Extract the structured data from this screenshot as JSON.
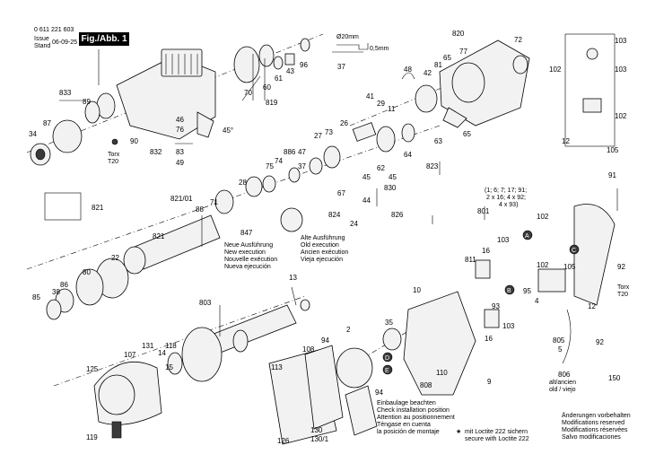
{
  "header": {
    "part_number": "0 611 221 603",
    "issue_label": "Issue",
    "stand_label": "Stand",
    "date": "06-09-25",
    "figure_label": "Fig./Abb. 1"
  },
  "labels": {
    "833": "833",
    "87": "87",
    "89": "89",
    "34": "34",
    "90": "90",
    "torx_top": "Torx",
    "t20_top": "T20",
    "46": "46",
    "76": "76",
    "angle": "45°",
    "832": "832",
    "83": "83",
    "49": "49",
    "70": "70",
    "60": "60",
    "61": "61",
    "43": "43",
    "96": "96",
    "819": "819",
    "20mm": "Ø20mm",
    "05mm": "0,5mm",
    "37a": "37",
    "48": "48",
    "42": "42",
    "81": "81",
    "65a": "65",
    "77": "77",
    "820": "820",
    "72": "72",
    "41": "41",
    "29": "29",
    "11": "11",
    "26": "26",
    "27": "27",
    "73": "73",
    "47": "47",
    "886": "886",
    "75": "75",
    "74": "74",
    "37b": "37",
    "62": "62",
    "64": "64",
    "45a": "45",
    "830": "830",
    "63": "63",
    "823": "823",
    "65b": "65",
    "67": "67",
    "45b": "45",
    "44": "44",
    "824": "824",
    "24": "24",
    "826": "826",
    "821_01": "821/01",
    "88": "88",
    "71": "71",
    "28": "28",
    "847": "847",
    "821a": "821",
    "821b": "821",
    "22": "22",
    "80": "80",
    "85": "85",
    "38": "38",
    "86": "86",
    "102a": "102",
    "103a": "103",
    "103b": "103",
    "102b": "102",
    "12a": "12",
    "105a": "105",
    "91": "91",
    "sizes_1": "(1; 6; 7; 17; 91;",
    "sizes_2": "2 x 16; 4 x 92;",
    "sizes_3": "4 x 93)",
    "801": "801",
    "102c": "102",
    "103c": "103",
    "16a": "16",
    "811": "811",
    "102d": "102",
    "105b": "105",
    "95": "95",
    "4": "4",
    "92a": "92",
    "torx_right": "Torx",
    "t20_right": "T20",
    "12b": "12",
    "10": "10",
    "93": "93",
    "16b": "16",
    "103d": "103",
    "805": "805",
    "5": "5",
    "92b": "92",
    "806": "806",
    "alt_neu": "alt/ancien",
    "old_new": "old / viejo",
    "150": "150",
    "803": "803",
    "13": "13",
    "131": "131",
    "107": "107",
    "125": "125",
    "118": "118",
    "14": "14",
    "15": "15",
    "119": "119",
    "108": "108",
    "94a": "94",
    "113": "113",
    "130": "130",
    "130_1": "130/1",
    "126": "126",
    "2": "2",
    "35": "35",
    "94b": "94",
    "808": "808",
    "110": "110",
    "9": "9",
    "circle_A": "A",
    "circle_B": "B",
    "circle_C": "C",
    "circle_D": "D",
    "circle_E": "E"
  },
  "notes": {
    "execution": [
      "Neue Ausführung",
      "New execution",
      "Nouvelle exécution",
      "Nueva ejecución",
      "Alte Ausführung",
      "Old execution",
      "Ancien exécution",
      "Vieja ejecución"
    ],
    "installation": [
      "Einbaulage beachten",
      "Check installation position",
      "Attention au positionnement",
      "Téngase en cuenta",
      "la posición de montaje"
    ],
    "loctite": [
      "mit Loctite 222 sichern",
      "secure with Loctite 222"
    ],
    "modifications": [
      "Änderungen vorbehalten",
      "Modifications reserved",
      "Modifications réservées",
      "Salvo modificaciones"
    ]
  }
}
